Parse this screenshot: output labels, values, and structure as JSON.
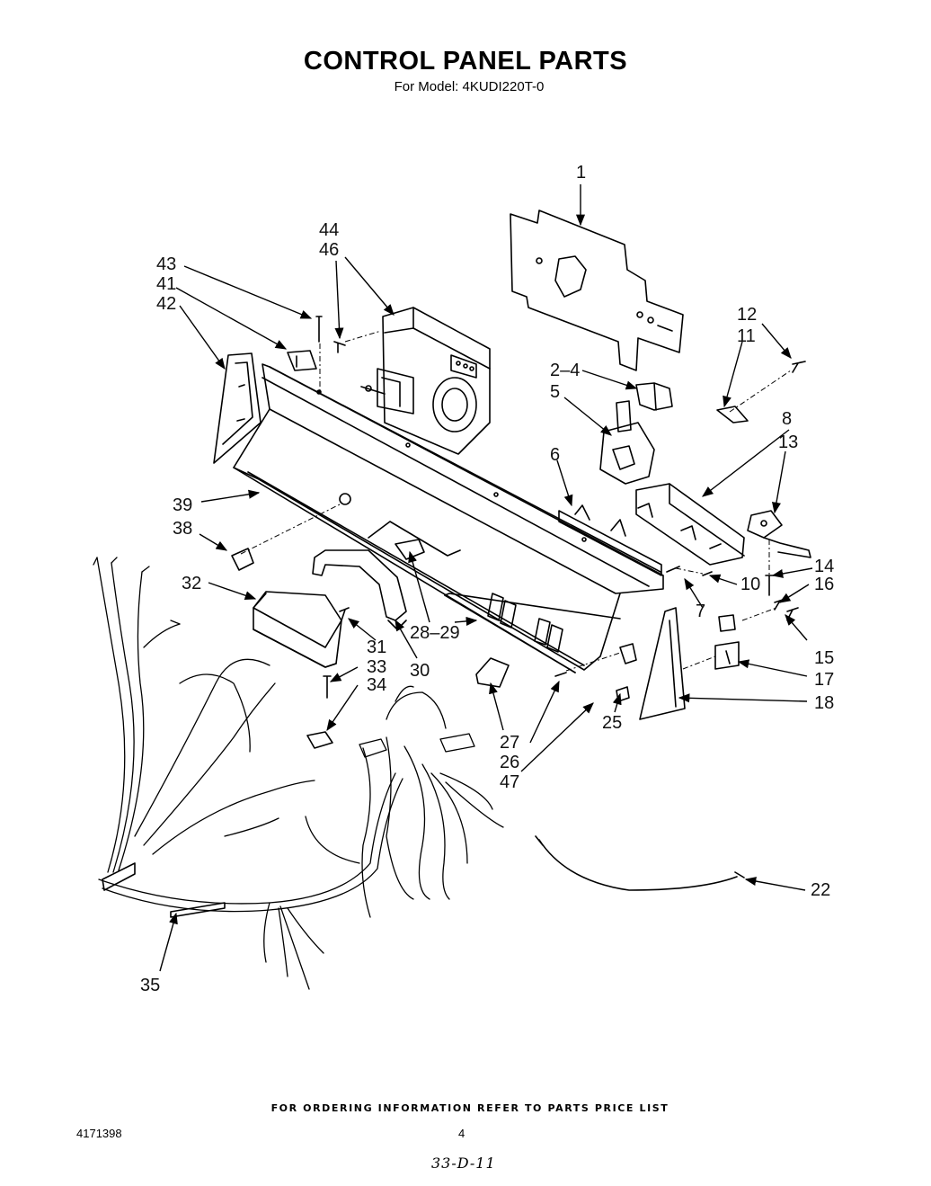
{
  "title": "CONTROL PANEL PARTS",
  "subtitle": "For Model: 4KUDI220T-0",
  "callouts": {
    "c1": "1",
    "c12": "12",
    "c11": "11",
    "c44": "44",
    "c46": "46",
    "c43": "43",
    "c41": "41",
    "c42": "42",
    "c2_4": "2–4",
    "c5": "5",
    "c8": "8",
    "c13": "13",
    "c6": "6",
    "c39": "39",
    "c38": "38",
    "c32": "32",
    "c14": "14",
    "c16": "16",
    "c10": "10",
    "c7": "7",
    "c28_29": "28–29",
    "c31": "31",
    "c30": "30",
    "c33": "33",
    "c34": "34",
    "c15": "15",
    "c17": "17",
    "c18": "18",
    "c25": "25",
    "c27": "27",
    "c26": "26",
    "c47": "47",
    "c22": "22",
    "c35": "35"
  },
  "footer": "FOR ORDERING INFORMATION REFER TO PARTS PRICE LIST",
  "doc_number": "4171398",
  "page_number": "4",
  "handwritten_note": "33-D-11"
}
